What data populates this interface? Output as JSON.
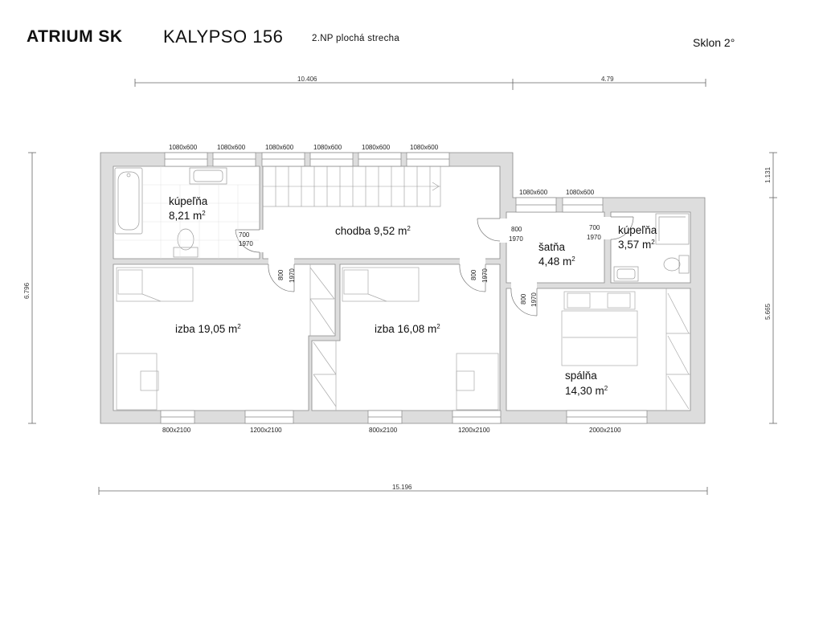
{
  "header": {
    "brand": "ATRIUM SK",
    "model": "KALYPSO 156",
    "subtitle": "2.NP  plochá strecha",
    "slope": "Sklon 2°"
  },
  "dimensions": {
    "top_left": "10.406",
    "top_right": "4.79",
    "bottom_total": "15.196",
    "left_height": "6.796",
    "right_top": "1.131",
    "right_main": "5.665"
  },
  "rooms": {
    "bath_large": {
      "name": "kúpeľňa",
      "area": "8,21 m",
      "sup": "2"
    },
    "hall": {
      "name": "chodba 9,52 m",
      "sup": "2"
    },
    "room1": {
      "name": "izba 19,05 m",
      "sup": "2"
    },
    "room2": {
      "name": "izba 16,08 m",
      "sup": "2"
    },
    "wardrobe": {
      "name": "šatňa",
      "area": "4,48 m",
      "sup": "2"
    },
    "bath_small": {
      "name": "kúpeľňa",
      "area": "3,57 m",
      "sup": "2"
    },
    "bedroom": {
      "name": "spálňa",
      "area": "14,30 m",
      "sup": "2"
    }
  },
  "windows_top": [
    "1080x600",
    "1080x600",
    "1080x600",
    "1080x600",
    "1080x600",
    "1080x600"
  ],
  "windows_top_right": [
    "1080x600",
    "1080x600"
  ],
  "windows_bottom": [
    "800x2100",
    "1200x2100",
    "800x2100",
    "1200x2100",
    "2000x2100"
  ],
  "doors": {
    "bath_door": [
      "700",
      "1970"
    ],
    "wardrobe_door": [
      "800",
      "1970"
    ],
    "small_bath_door": [
      "700",
      "1970"
    ],
    "room1_door": [
      "800",
      "1970"
    ],
    "room2_door": [
      "800",
      "1970"
    ],
    "bedroom_door": [
      "800",
      "1970"
    ]
  }
}
